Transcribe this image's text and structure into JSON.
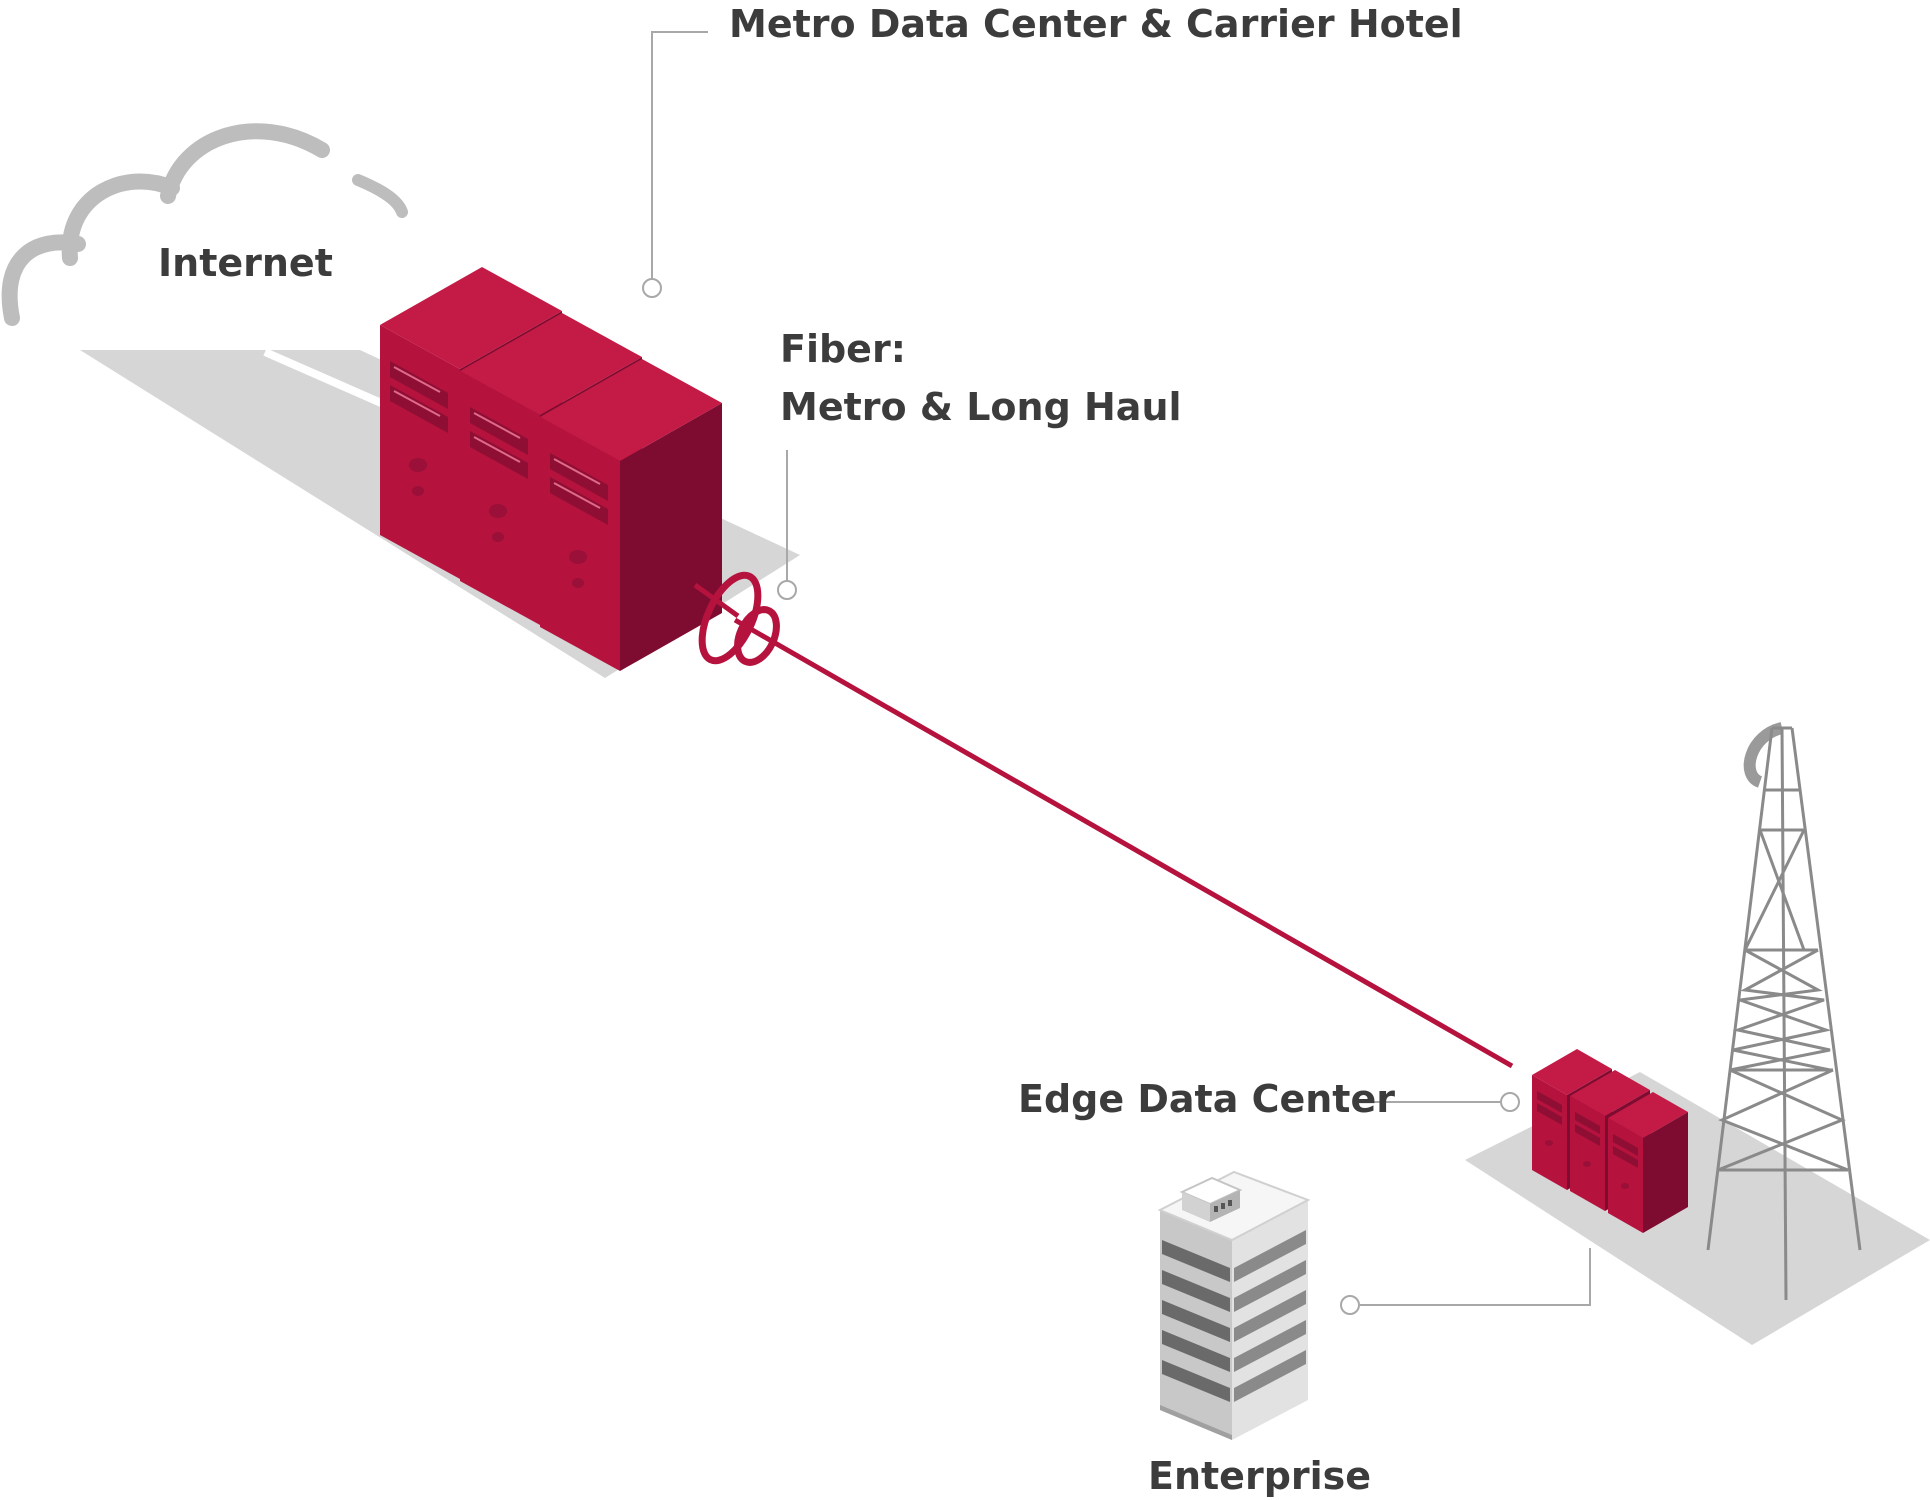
{
  "labels": {
    "internet": "Internet",
    "metro": "Metro Data Center & Carrier Hotel",
    "fiber_line1": "Fiber:",
    "fiber_line2": "Metro & Long Haul",
    "edge": "Edge Data Center",
    "enterprise": "Enterprise"
  },
  "icons": [
    "cloud-icon",
    "server-rack-icon",
    "fiber-coil-icon",
    "cell-tower-icon",
    "office-building-icon"
  ],
  "colors": {
    "accent": "#b5123e",
    "accent_dark": "#7e0c31",
    "accent_top": "#c41a46",
    "shadow": "#d6d6d6",
    "cloud": "#bdbdbd",
    "leader": "#a8a8a8",
    "text": "#3c3c3c"
  }
}
